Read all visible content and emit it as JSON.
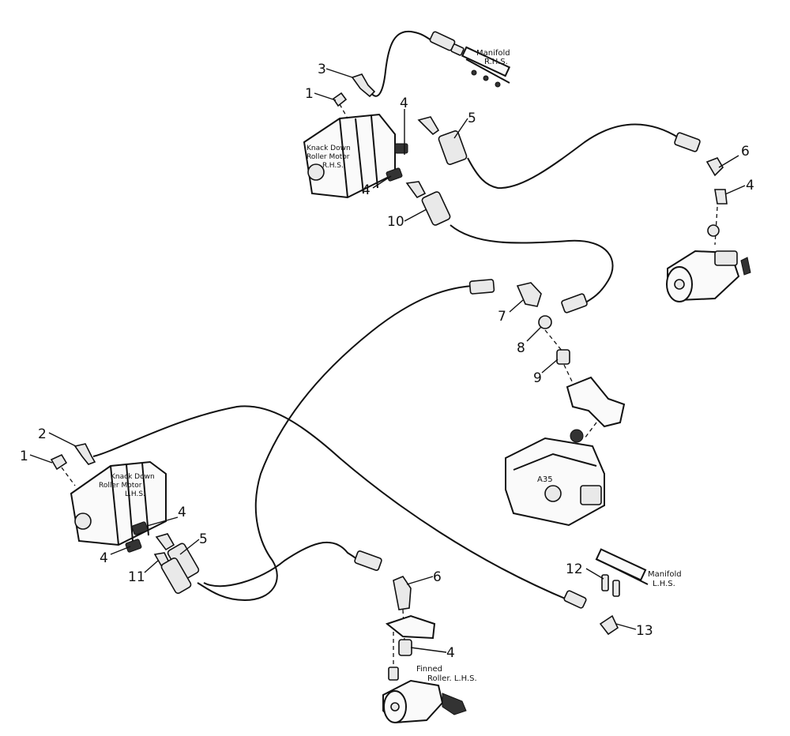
{
  "callouts": {
    "c1a": "1",
    "c3": "3",
    "c4a": "4",
    "c5a": "5",
    "c6a": "6",
    "c4b": "4",
    "c4c": "4",
    "c10": "10",
    "c7": "7",
    "c8": "8",
    "c9": "9",
    "c2": "2",
    "c1b": "1",
    "c4d": "4",
    "c5b": "5",
    "c4e": "4",
    "c11": "11",
    "c6b": "6",
    "c4f": "4",
    "c12": "12",
    "c13": "13"
  },
  "labels": {
    "manifold_rhs_1": "Manifold",
    "manifold_rhs_2": "R.H.S.",
    "motor_rhs_1": "Knack Down",
    "motor_rhs_2": "Roller Motor",
    "motor_rhs_3": "R.H.S.",
    "motor_lhs_1": "Knack Down",
    "motor_lhs_2": "Roller Motor",
    "motor_lhs_3": "L.H.S.",
    "valve": "A35",
    "manifold_lhs_1": "Manifold",
    "manifold_lhs_2": "L.H.S.",
    "finned_1": "Finned",
    "finned_2": "Roller. L.H.S."
  }
}
